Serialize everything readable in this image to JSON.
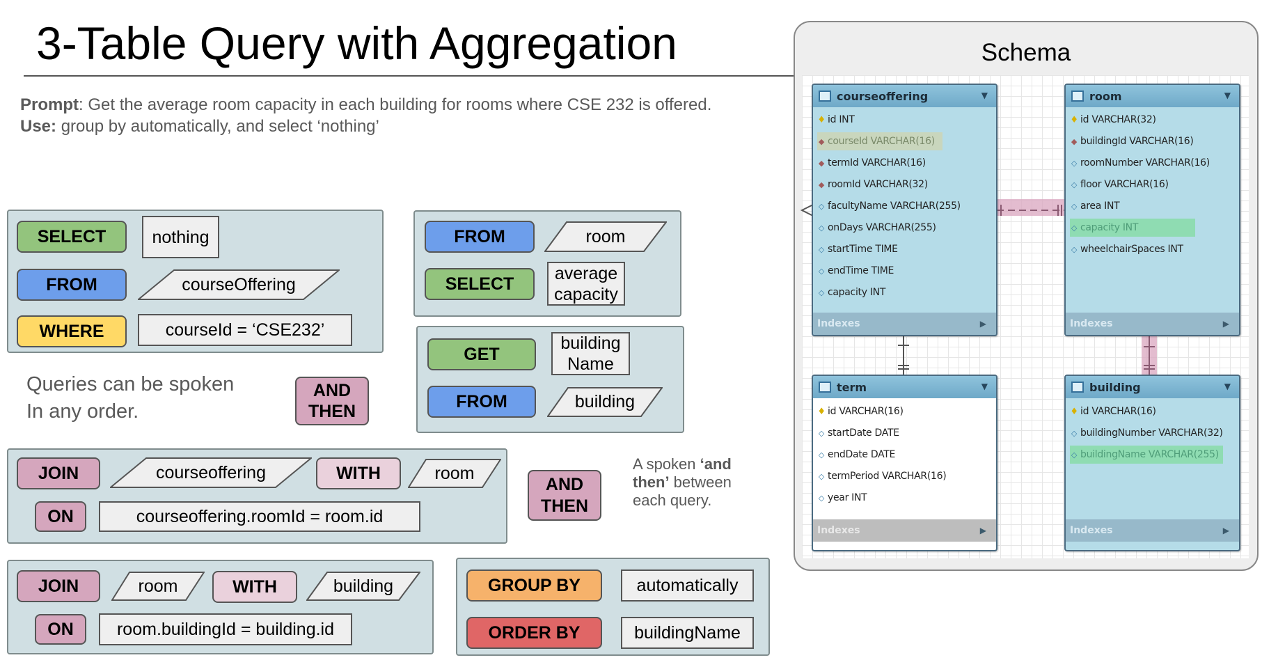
{
  "title": "3-Table Query with Aggregation",
  "prompt": {
    "prompt_label": "Prompt",
    "prompt_text": ": Get the average room capacity in each building for rooms where CSE 232 is offered.",
    "use_label": "Use:",
    "use_text": " group by automatically, and select ‘nothing’"
  },
  "query1": {
    "select_kw": "SELECT",
    "select_val": "nothing",
    "from_kw": "FROM",
    "from_val": "courseOffering",
    "where_kw": "WHERE",
    "where_val": "courseId = ‘CSE232’"
  },
  "query2": {
    "from_kw": "FROM",
    "from_val": "room",
    "select_kw": "SELECT",
    "select_val_line1": "average",
    "select_val_line2": "capacity"
  },
  "query3": {
    "get_kw": "GET",
    "get_val_line1": "building",
    "get_val_line2": "Name",
    "from_kw": "FROM",
    "from_val": "building"
  },
  "notes": {
    "order_line1": "Queries can be spoken",
    "order_line2": "In any order.",
    "and_then_1_line1": "AND",
    "and_then_1_line2": "THEN",
    "and_then_2_line1": "AND",
    "and_then_2_line2": "THEN",
    "spoken_prefix": "A spoken ",
    "spoken_bold": "‘and then’",
    "spoken_suffix": " between each query."
  },
  "join1": {
    "join_kw": "JOIN",
    "left": "courseoffering",
    "with_kw": "WITH",
    "right": "room",
    "on_kw": "ON",
    "condition": "courseoffering.roomId = room.id"
  },
  "join2": {
    "join_kw": "JOIN",
    "left": "room",
    "with_kw": "WITH",
    "right": "building",
    "on_kw": "ON",
    "condition": "room.buildingId = building.id"
  },
  "grouping": {
    "group_kw": "GROUP BY",
    "group_val": "automatically",
    "order_kw": "ORDER BY",
    "order_val": "buildingName"
  },
  "schema": {
    "title": "Schema",
    "tables": [
      {
        "name": "courseoffering",
        "columns": [
          {
            "icon": "key",
            "text": "id INT"
          },
          {
            "icon": "fk",
            "text": "courseId VARCHAR(16)",
            "highlight": "grey"
          },
          {
            "icon": "fk",
            "text": "termId VARCHAR(16)"
          },
          {
            "icon": "fk",
            "text": "roomId VARCHAR(32)"
          },
          {
            "icon": "plain",
            "text": "facultyName VARCHAR(255)"
          },
          {
            "icon": "plain",
            "text": "onDays VARCHAR(255)"
          },
          {
            "icon": "plain",
            "text": "startTime TIME"
          },
          {
            "icon": "plain",
            "text": "endTime TIME"
          },
          {
            "icon": "plain",
            "text": "capacity INT"
          }
        ],
        "footer": "Indexes"
      },
      {
        "name": "room",
        "columns": [
          {
            "icon": "key",
            "text": "id VARCHAR(32)"
          },
          {
            "icon": "fk",
            "text": "buildingId VARCHAR(16)"
          },
          {
            "icon": "plain",
            "text": "roomNumber VARCHAR(16)"
          },
          {
            "icon": "plain",
            "text": "floor VARCHAR(16)"
          },
          {
            "icon": "plain",
            "text": "area INT"
          },
          {
            "icon": "plain",
            "text": "capacity INT",
            "highlight": "green"
          },
          {
            "icon": "plain",
            "text": "wheelchairSpaces INT"
          }
        ],
        "footer": "Indexes"
      },
      {
        "name": "term",
        "columns": [
          {
            "icon": "key",
            "text": "id VARCHAR(16)"
          },
          {
            "icon": "plain",
            "text": "startDate DATE"
          },
          {
            "icon": "plain",
            "text": "endDate DATE"
          },
          {
            "icon": "plain",
            "text": "termPeriod VARCHAR(16)"
          },
          {
            "icon": "plain",
            "text": "year INT"
          }
        ],
        "footer": "Indexes"
      },
      {
        "name": "building",
        "columns": [
          {
            "icon": "key",
            "text": "id VARCHAR(16)"
          },
          {
            "icon": "plain",
            "text": "buildingNumber VARCHAR(32)"
          },
          {
            "icon": "plain",
            "text": "buildingName VARCHAR(255)",
            "highlight": "green"
          }
        ],
        "footer": "Indexes"
      }
    ]
  },
  "colors": {
    "panel_bg": "#d0dfe3",
    "select": "#93c47d",
    "from": "#6d9eeb",
    "where": "#ffd966",
    "join": "#d5a6bd",
    "with": "#ead1dc",
    "group_by": "#f6b26b",
    "order_by": "#e06666",
    "highlight_green": "#8fdcb2",
    "relationship_line": "#c98aa8"
  }
}
